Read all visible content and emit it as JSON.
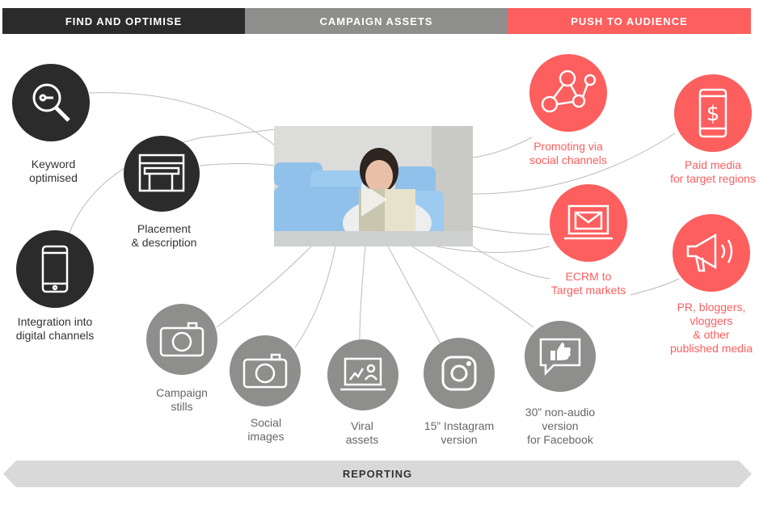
{
  "header": {
    "find": "FIND AND OPTIMISE",
    "assets": "CAMPAIGN ASSETS",
    "push": "PUSH TO AUDIENCE"
  },
  "colors": {
    "dark": "#2b2b2b",
    "grey": "#8e8e8d",
    "red": "#fd5e5e"
  },
  "nodes": {
    "keyword": "Keyword\noptimised",
    "placement": "Placement\n& description",
    "integration": "Integration into\ndigital channels",
    "promoting": "Promoting via\nsocial channels",
    "paid": "Paid media\nfor target regions",
    "ecrm": "ECRM to\nTarget markets",
    "pr": "PR, bloggers,\nvloggers\n& other\npublished media",
    "stills": "Campaign\nstills",
    "social_images": "Social\nimages",
    "viral": "Viral\nassets",
    "instagram": "15” Instagram\nversion",
    "facebook": "30” non-audio\nversion\nfor Facebook"
  },
  "footer": {
    "reporting": "REPORTING"
  }
}
